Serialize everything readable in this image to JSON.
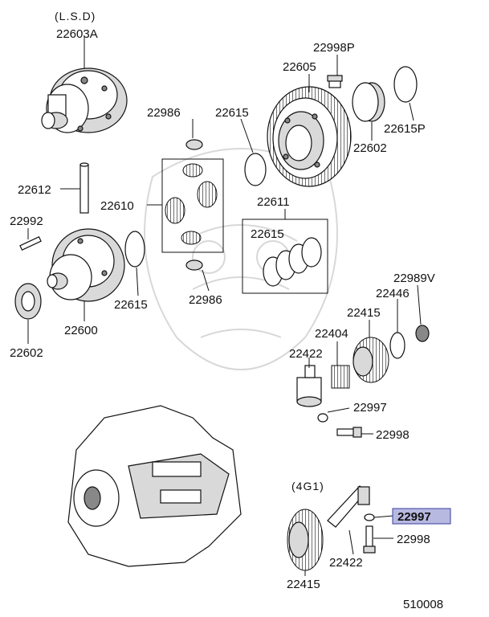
{
  "captions": {
    "lsd": "(L.S.D)",
    "engine_4g1": "(4G1)"
  },
  "labels": {
    "p22603A": "22603A",
    "p22998P": "22998P",
    "p22605": "22605",
    "p22986_top": "22986",
    "p22615_top": "22615",
    "p22602_right": "22602",
    "p22615P": "22615P",
    "p22612": "22612",
    "p22610": "22610",
    "p22611": "22611",
    "p22615_box": "22615",
    "p22992": "22992",
    "p22615_mid": "22615",
    "p22986_bottom": "22986",
    "p22600": "22600",
    "p22602_left": "22602",
    "p22989V": "22989V",
    "p22446": "22446",
    "p22415_upper": "22415",
    "p22404": "22404",
    "p22422_upper": "22422",
    "p22997_upper": "22997",
    "p22998_upper": "22998",
    "p22997_highlight": "22997",
    "p22998_lower": "22998",
    "p22422_lower": "22422",
    "p22415_lower": "22415"
  },
  "diagram_code": "510008",
  "colors": {
    "highlight_fill": "#b7b9e0",
    "highlight_border": "#3a3f9e"
  }
}
